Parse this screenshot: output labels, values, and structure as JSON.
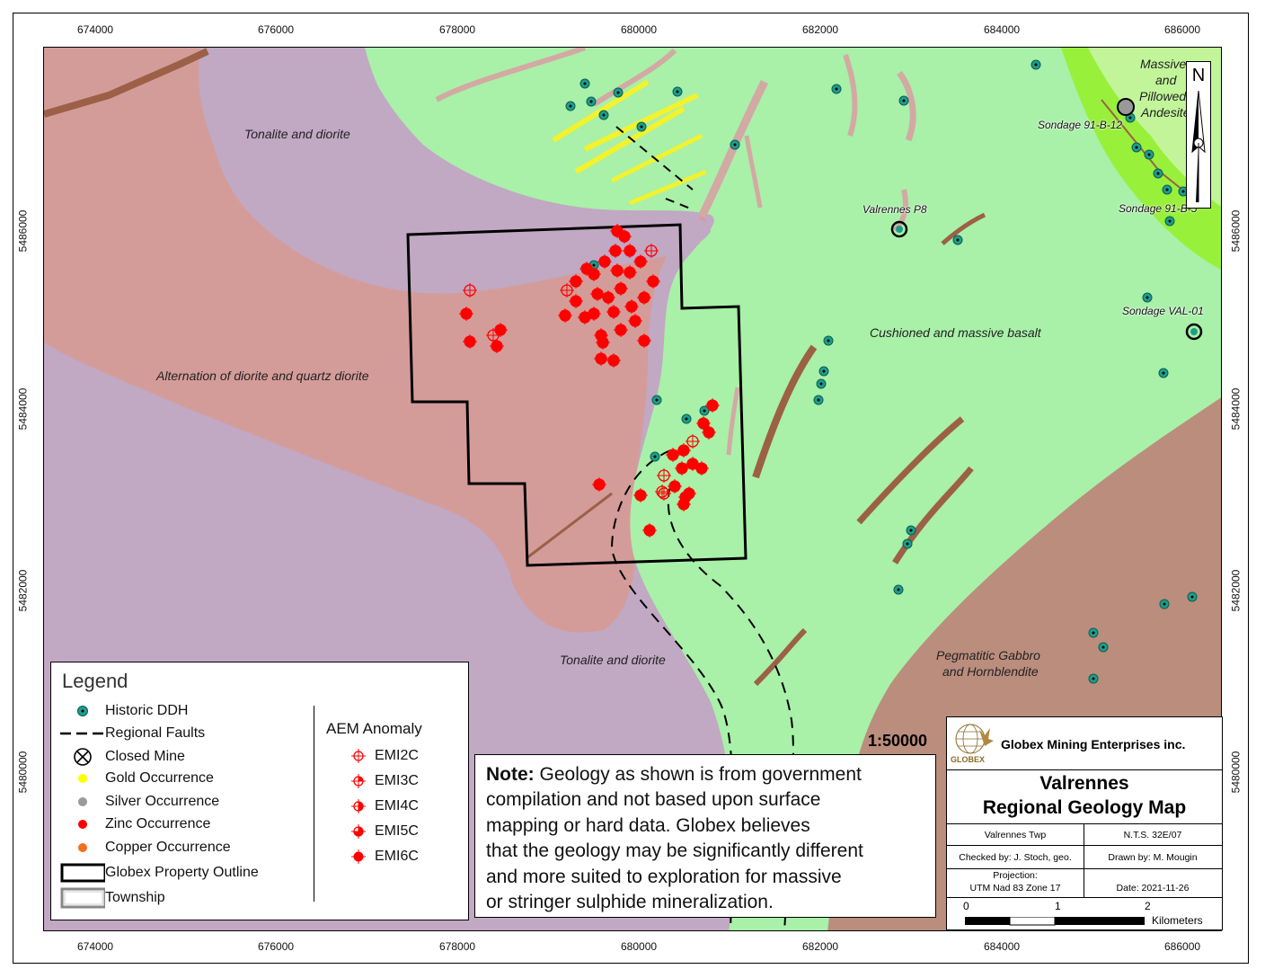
{
  "ticks": {
    "x": [
      "674000",
      "676000",
      "678000",
      "680000",
      "682000",
      "684000",
      "686000"
    ],
    "y": [
      "5486000",
      "5484000",
      "5482000",
      "5480000"
    ]
  },
  "geology_labels": [
    "Tonalite and diorite",
    "Alternation of diorite and quartz diorite",
    "Tonalite and diorite",
    "Cushioned and massive basalt",
    "Pegmatitic Gabbro",
    "and Hornblendite",
    "Massive",
    "and",
    "Pillowed",
    "Andesite"
  ],
  "drill_labels": [
    "Sondage 91-B-12",
    "Valrennes P8",
    "Sondage 91-B-5",
    "Sondage VAL-01"
  ],
  "legend": {
    "title": "Legend",
    "items": [
      "Historic DDH",
      "Regional Faults",
      "Closed Mine",
      "Gold Occurrence",
      "Silver Occurrence",
      "Zinc Occurrence",
      "Copper Occurrence",
      "Globex Property Outline",
      "Township"
    ],
    "aem_title": "AEM Anomaly",
    "aem_items": [
      "EMI2C",
      "EMI3C",
      "EMI4C",
      "EMI5C",
      "EMI6C"
    ]
  },
  "note": {
    "bold": "Note:",
    "lines": [
      " Geology as shown is from government",
      "compilation and not based upon surface",
      "mapping or hard data. Globex believes",
      "that the geology may be significantly different",
      "and more suited to exploration for massive",
      "or stringer sulphide mineralization."
    ]
  },
  "scale": "1:50000",
  "title_block": {
    "company": "Globex Mining Enterprises inc.",
    "logo_text": "GLOBEX",
    "title1": "Valrennes",
    "title2": "Regional Geology Map",
    "township": "Valrennes Twp",
    "nts": "N.T.S. 32E/07",
    "checked": "Checked by: J. Stoch, geo.",
    "drawn": "Drawn by: M. Mougin",
    "projection1": "Projection:",
    "projection2": "UTM Nad 83 Zone 17",
    "date": "Date: 2021-11-26",
    "scalebar_0": "0",
    "scalebar_1": "1",
    "scalebar_2": "2",
    "scalebar_units": "Kilometers"
  },
  "north": "N",
  "colors": {
    "tonalite": "#c1a8c3",
    "diorite_alt": "#d49c99",
    "basalt": "#a9f0a9",
    "gabbro": "#bb8d7d",
    "andesite": "#c2f59a",
    "andesite_bright": "#99f03b",
    "dike": "#9c6047",
    "pink_dike": "#d3a9a3",
    "gold_dike": "#f2f22e",
    "ddh": "#1e9d8a",
    "zinc": "#ff0000"
  }
}
